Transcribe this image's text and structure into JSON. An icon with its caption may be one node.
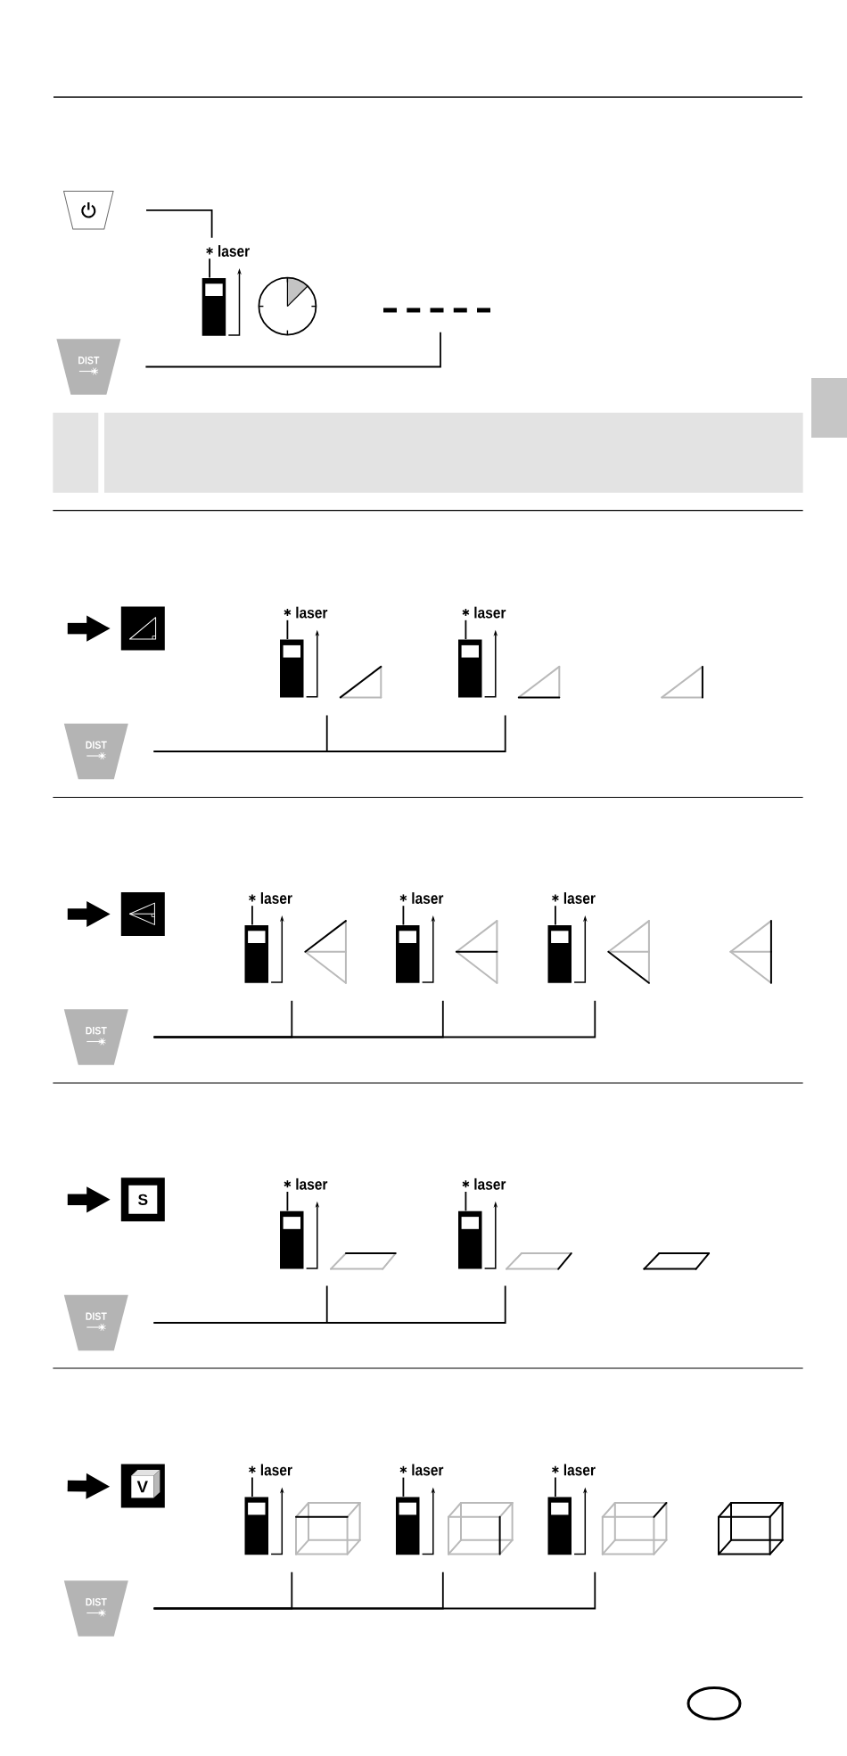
{
  "diagram": {
    "nodes": [
      {
        "text": [],
        "shape": "trapezoid"
      },
      {
        "text": [
          "laser"
        ]
      },
      {
        "text": [],
        "shape": "line"
      },
      {
        "text": [
          "DIST"
        ]
      },
      {
        "text": [],
        "shape": "picture"
      },
      {
        "text": [
          "laser"
        ]
      },
      {
        "text": [
          "laser"
        ]
      },
      {
        "text": [
          "DIST"
        ]
      },
      {
        "text": [],
        "shape": "picture"
      },
      {
        "text": [
          "laser"
        ]
      },
      {
        "text": [
          "laser"
        ]
      },
      {
        "text": [
          "laser"
        ]
      },
      {
        "text": [
          "DIST"
        ]
      },
      {
        "text": [
          "S"
        ]
      },
      {
        "text": [
          "laser"
        ]
      },
      {
        "text": [
          "laser"
        ]
      },
      {
        "text": [
          "DIST"
        ]
      },
      {
        "text": [
          "V"
        ]
      },
      {
        "text": [
          "laser"
        ]
      },
      {
        "text": [
          "laser"
        ]
      },
      {
        "text": [
          "laser"
        ]
      },
      {
        "text": [
          "DIST"
        ]
      }
    ],
    "edges": [
      {
        "from": 0,
        "to": 1,
        "arrow": "none"
      },
      {
        "from": 3,
        "to": 2,
        "arrow": "none"
      },
      {
        "from": null,
        "to": 4,
        "arrow": "to",
        "style": "thick"
      },
      {
        "from": 7,
        "to": 5,
        "arrow": "none"
      },
      {
        "from": 7,
        "to": 6,
        "arrow": "none"
      },
      {
        "from": null,
        "to": 8,
        "arrow": "to",
        "style": "thick"
      },
      {
        "from": 12,
        "to": 9,
        "arrow": "none"
      },
      {
        "from": 12,
        "to": 10,
        "arrow": "none"
      },
      {
        "from": 12,
        "to": 11,
        "arrow": "none"
      },
      {
        "from": null,
        "to": 13,
        "arrow": "to",
        "style": "thick"
      },
      {
        "from": 16,
        "to": 14,
        "arrow": "none"
      },
      {
        "from": 16,
        "to": 15,
        "arrow": "none"
      },
      {
        "from": null,
        "to": 17,
        "arrow": "to",
        "style": "thick"
      },
      {
        "from": 21,
        "to": 18,
        "arrow": "none"
      },
      {
        "from": 21,
        "to": 19,
        "arrow": "none"
      },
      {
        "from": 21,
        "to": 20,
        "arrow": "none"
      }
    ]
  }
}
